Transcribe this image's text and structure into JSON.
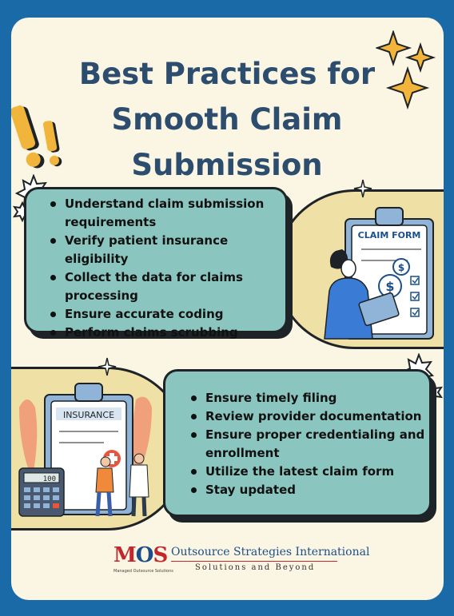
{
  "title": "Best Practices for Smooth Claim Submission",
  "section1": {
    "items": [
      "Understand claim submission requirements",
      "Verify patient insurance eligibility",
      "Collect the data for claims processing",
      "Ensure accurate coding",
      "Perform claims scrubbing"
    ],
    "illustration_label": "CLAIM FORM"
  },
  "section2": {
    "items": [
      "Ensure timely filing",
      "Review provider documentation",
      "Ensure proper credentialing and enrollment",
      "Utilize the latest claim form",
      "Stay updated"
    ],
    "illustration_label": "INSURANCE",
    "calculator_display": "100"
  },
  "logo": {
    "mark_m": "M",
    "mark_o": "O",
    "mark_s": "S",
    "tagline": "Managed Outsource Solutions",
    "company_name": "Outsource Strategies International",
    "subtitle": "Solutions and Beyond"
  },
  "colors": {
    "frame": "#1b6aa8",
    "card": "#fbf5e3",
    "title": "#2d4d6e",
    "list_box": "#8bc5bf",
    "blob": "#efe0a6",
    "accent_orange": "#f0a430"
  }
}
